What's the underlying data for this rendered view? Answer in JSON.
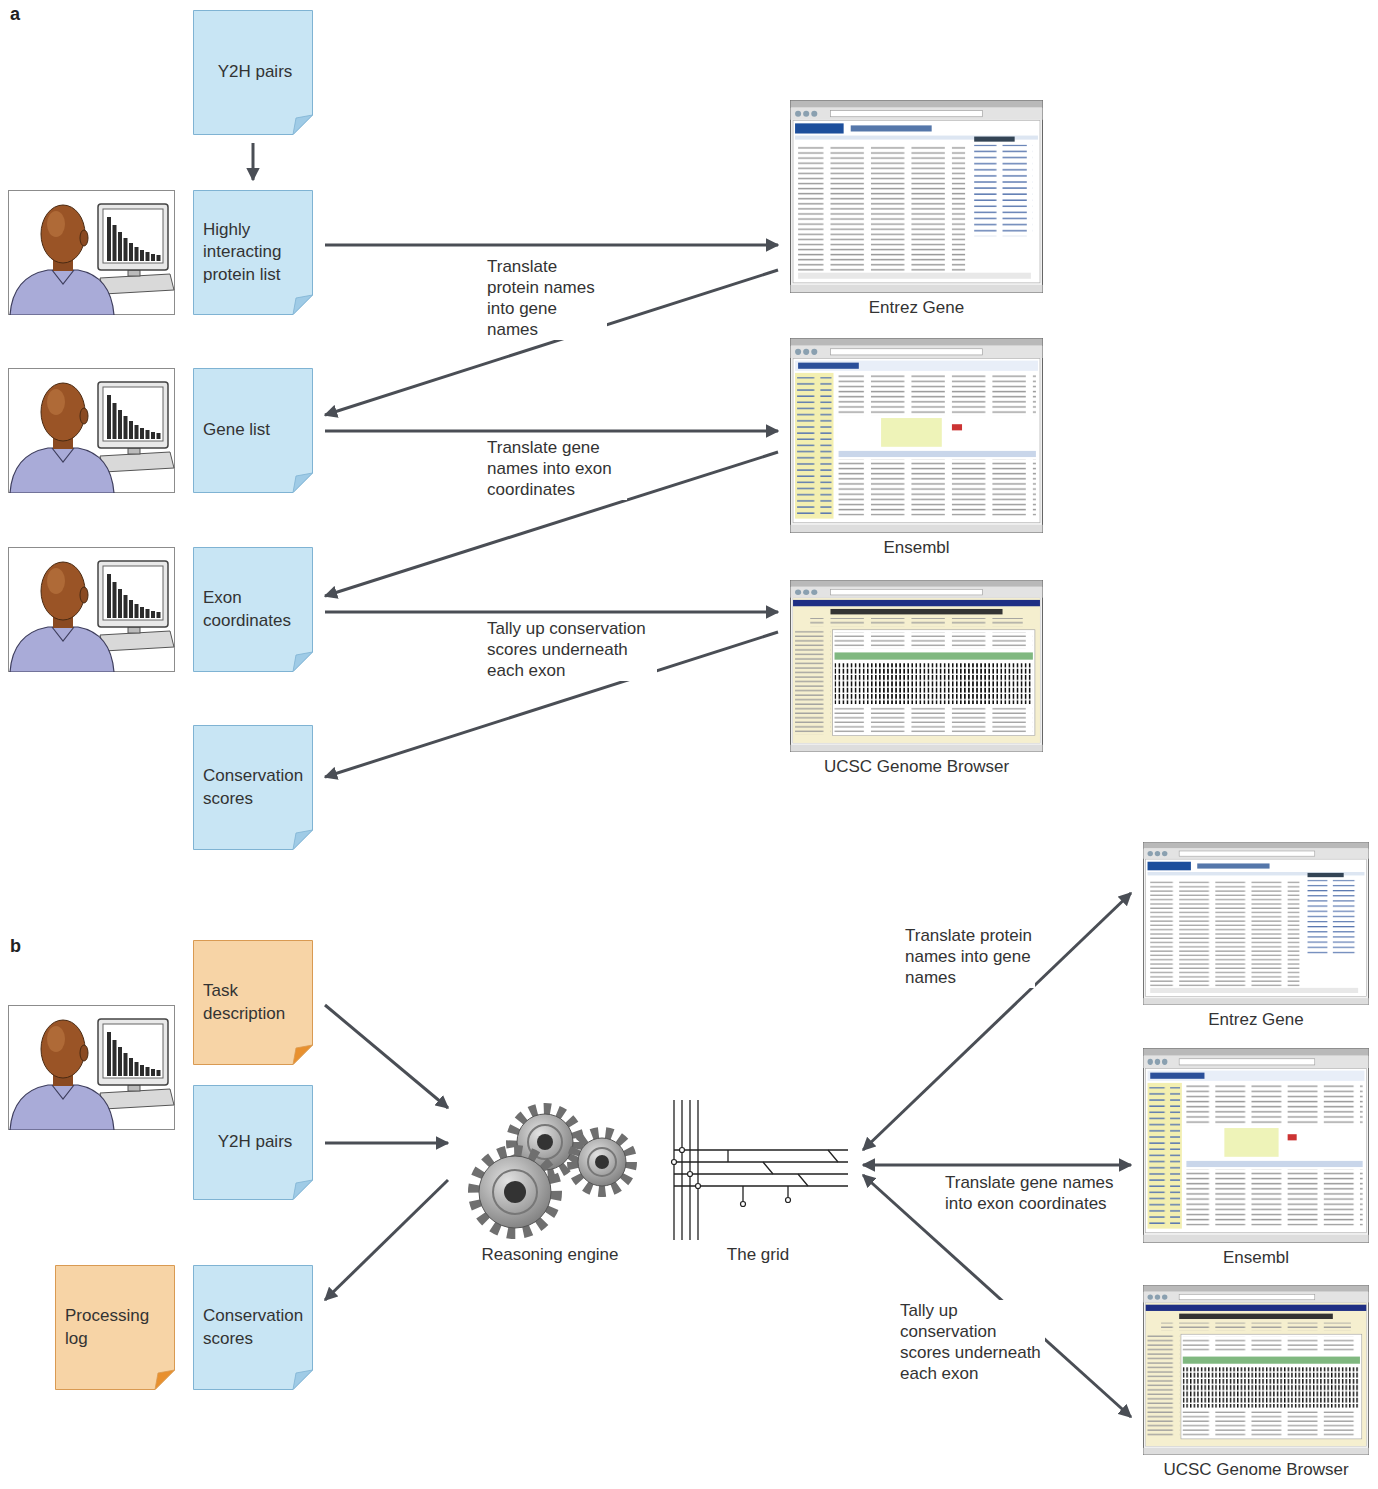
{
  "diagram": {
    "nodes": [
      {
        "text": [
          "Y2H pairs"
        ]
      },
      {
        "text": [
          "Highly interacting protein list"
        ]
      },
      {
        "text": [
          "Gene list"
        ]
      },
      {
        "text": [
          "Exon coordinates"
        ]
      },
      {
        "text": [
          "Conservation scores"
        ]
      },
      {
        "text": [
          "Entrez Gene"
        ]
      },
      {
        "text": [
          "Ensembl"
        ]
      },
      {
        "text": [
          "UCSC Genome Browser"
        ]
      },
      {
        "text": [
          "Task description"
        ]
      },
      {
        "text": [
          "Y2H pairs"
        ]
      },
      {
        "text": [
          "Processing log"
        ]
      },
      {
        "text": [
          "Conservation scores"
        ]
      },
      {
        "text": [
          "Reasoning engine"
        ]
      },
      {
        "text": [
          "The grid"
        ]
      },
      {
        "text": [
          "Entrez Gene"
        ]
      },
      {
        "text": [
          "Ensembl"
        ]
      },
      {
        "text": [
          "UCSC Genome Browser"
        ]
      }
    ],
    "edges": [
      {
        "from": 0,
        "to": 1,
        "arrow": "to"
      },
      {
        "from": 1,
        "to": 5,
        "label": "Translate protein names into gene names",
        "arrow": "to"
      },
      {
        "from": 5,
        "to": 2,
        "arrow": "to"
      },
      {
        "from": 2,
        "to": 6,
        "label": "Translate gene names into exon coordinates",
        "arrow": "to"
      },
      {
        "from": 6,
        "to": 3,
        "arrow": "to"
      },
      {
        "from": 3,
        "to": 7,
        "label": "Tally up conservation scores underneath each exon",
        "arrow": "to"
      },
      {
        "from": 7,
        "to": 4,
        "arrow": "to"
      },
      {
        "from": 8,
        "to": 12,
        "arrow": "to"
      },
      {
        "from": 9,
        "to": 12,
        "arrow": "to"
      },
      {
        "from": 12,
        "to": 11,
        "arrow": "to"
      },
      {
        "from": 13,
        "to": 14,
        "label": "Translate protein names into gene names",
        "arrow": "both"
      },
      {
        "from": 13,
        "to": 15,
        "label": "Translate gene names into exon coordinates",
        "arrow": "both"
      },
      {
        "from": 13,
        "to": 16,
        "label": "Tally up conservation scores underneath each exon",
        "arrow": "both"
      }
    ],
    "labels": [
      "a",
      "b"
    ]
  }
}
